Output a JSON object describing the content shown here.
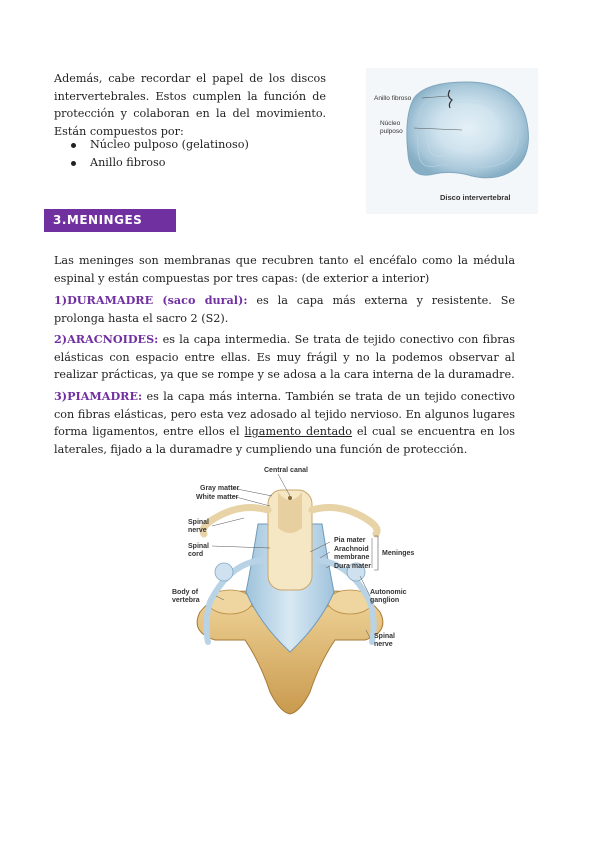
{
  "intro": {
    "paragraph": "Además, cabe recordar el papel de los discos intervertebrales. Estos cumplen la función de protección y colaboran en la del movimiento. Están compuestos por:",
    "bullets": [
      "Núcleo pulposo (gelatinoso)",
      "Anillo fibroso"
    ]
  },
  "disc_figure": {
    "label_ring": "Anillo fibroso",
    "label_nucleus_1": "Núcleo",
    "label_nucleus_2": "pulposo",
    "caption": "Disco intervertebral"
  },
  "section": {
    "heading": "3.MENINGES"
  },
  "body": {
    "intro": "Las meninges son membranas que recubren tanto el encéfalo como la médula espinal y están compuestas por tres capas: (de exterior a interior)",
    "dura": {
      "term": "1)DURAMADRE (saco dural):",
      "text": " es la capa más externa y resistente. Se prolonga hasta el sacro 2 (S2)."
    },
    "aracnoides": {
      "term": "2)ARACNOIDES:",
      "text": " es la capa intermedia. Se trata de tejido conectivo con fibras elásticas con espacio entre ellas. Es muy frágil y no la podemos observar al realizar prácticas, ya que se rompe y se adosa a la cara interna de la duramadre."
    },
    "piamadre": {
      "term": "3)PIAMADRE:",
      "text_before": " es la capa más interna. También se trata de un tejido conectivo con fibras elásticas, pero esta vez adosado al tejido nervioso. En algunos lugares forma ligamentos, entre ellos el ",
      "underlined": "ligamento dentado",
      "text_after": " el cual se encuentra en los laterales, fijado a la duramadre y cumpliendo una función de protección."
    }
  },
  "meninges_figure": {
    "labels": {
      "central_canal": "Central canal",
      "gray_matter": "Gray matter",
      "white_matter": "White matter",
      "spinal_nerve_1": "Spinal",
      "spinal_nerve_2": "nerve",
      "spinal_cord_1": "Spinal",
      "spinal_cord_2": "cord",
      "pia_mater": "Pia mater",
      "arachnoid_1": "Arachnoid",
      "arachnoid_2": "membrane",
      "dura_mater": "Dura mater",
      "meninges": "Meninges",
      "body_vertebra_1": "Body of",
      "body_vertebra_2": "vertebra",
      "autonomic_1": "Autonomic",
      "autonomic_2": "ganglion",
      "spinal_nerve_b1": "Spinal",
      "spinal_nerve_b2": "nerve"
    }
  }
}
